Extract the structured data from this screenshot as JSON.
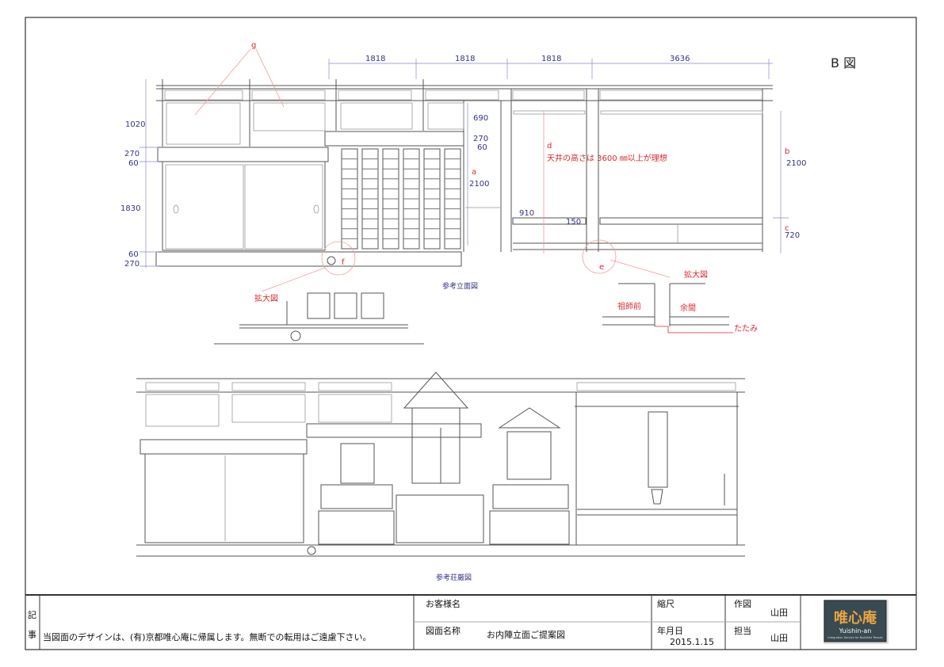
{
  "sheet_label": "B 図",
  "elevation": {
    "caption": "参考立面図",
    "top_dimensions": [
      "1818",
      "1818",
      "1818",
      "3636"
    ],
    "left_dimensions": [
      "1020",
      "270",
      "60",
      "1830",
      "60",
      "270"
    ],
    "middle_dimensions": {
      "d690": "690",
      "d270": "270",
      "d60": "60",
      "a_label": "a",
      "a_value": "2100",
      "d910": "910",
      "d150": "150"
    },
    "right_dimensions": {
      "b_label": "b",
      "b_value": "2100",
      "c_label": "c",
      "c_value": "720"
    },
    "markers": {
      "g": "g",
      "f": "f",
      "e": "e",
      "d": "d"
    },
    "ceiling_note": "天井の高さは 3600 ㎜以上が理想",
    "detail_left_label": "拡大図",
    "detail_right_label": "拡大図",
    "detail_right": {
      "soshi": "祖師前",
      "yoma": "余間",
      "tatami": "たたみ"
    }
  },
  "shogon": {
    "caption": "参考荘厳図"
  },
  "title_block": {
    "kiji_1": "記",
    "kiji_2": "事",
    "notice": "当図面のデザインは、(有)京都唯心庵に帰属します。無断での転用はご遠慮下さい。",
    "customer_label": "お客様名",
    "customer_value": "",
    "drawing_name_label": "図面名称",
    "drawing_name_value": "お内陣立面ご提案図",
    "scale_label": "縮尺",
    "date_label": "年月日",
    "date_value": "2015.1.15",
    "drafter_label": "作図",
    "drafter_value": "山田",
    "manager_label": "担当",
    "manager_value": "山田",
    "logo": {
      "text": "唯心庵",
      "roman": "Yuishin-an",
      "tagline": "Integration Service for Buddhist Temple",
      "colors": {
        "bg": "#3a4a52",
        "text": "#e8a640"
      }
    }
  }
}
